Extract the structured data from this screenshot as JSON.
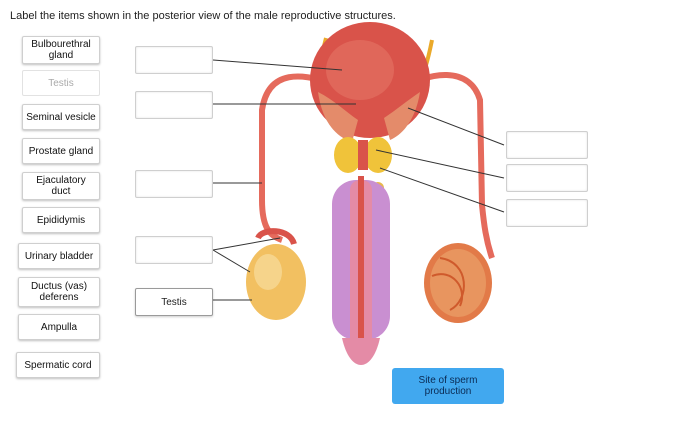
{
  "instruction": "Label the items shown in the posterior view of the male reproductive structures.",
  "labels": [
    "Bulbourethral\ngland",
    "Testis",
    "Seminal vesicle",
    "Prostate gland",
    "Ejaculatory\nduct",
    "Epididymis",
    "Urinary bladder",
    "Ductus (vas)\ndeferens",
    "Ampulla",
    "Spermatic cord"
  ],
  "placed_label": "Testis",
  "tooltip": "Site of sperm\nproduction",
  "colors": {
    "tooltip": "#41a8ef",
    "bladder": "#d9534a",
    "vesicle": "#f0c33a",
    "testis": "#f2c061"
  }
}
